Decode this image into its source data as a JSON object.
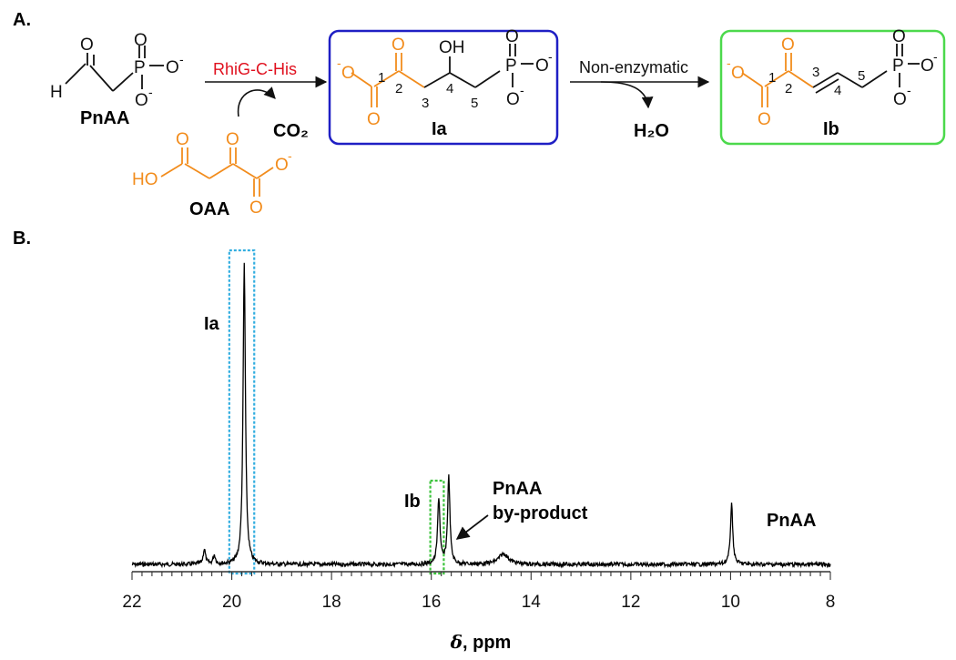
{
  "panel_a": {
    "label": "A.",
    "reactant": "PnAA",
    "cosubstrate": "OAA",
    "enzyme": "RhiG-C-His",
    "byproduct_1": "CO₂",
    "step_2": "Non-enzymatic",
    "byproduct_2": "H₂O",
    "intermediate": "Ia",
    "product": "Ib",
    "carbon_numbers": [
      "1",
      "2",
      "3",
      "4",
      "5"
    ],
    "atoms": {
      "oxygen": "O",
      "phosphorus": "P",
      "hydrogen": "H",
      "hydroxyl": "OH",
      "carboxylic_acid": "HO",
      "anion": "-"
    },
    "colors": {
      "enzyme": "#e0101e",
      "box_ia": "#1f1fc4",
      "box_ib": "#4cd94c",
      "oaa_fragment": "#f28c1c",
      "bonds": "#111111"
    }
  },
  "panel_b": {
    "label": "B.",
    "xlabel_symbol": "δ",
    "xlabel_unit": ", ppm",
    "annotations": {
      "ia": "Ia",
      "ib": "Ib",
      "byproduct_line1": "PnAA",
      "byproduct_line2": "by-product",
      "pnaa": "PnAA"
    },
    "colors": {
      "ia_box": "#33aee0",
      "ib_box": "#3cc43c",
      "trace": "#000000"
    }
  },
  "chart_data": {
    "type": "line",
    "title": "",
    "xlabel": "δ, ppm",
    "ylabel": "",
    "xlim": [
      22,
      8
    ],
    "x_reversed": true,
    "xticks": [
      "22",
      "20",
      "18",
      "16",
      "14",
      "12",
      "10",
      "8"
    ],
    "grid": false,
    "series": [
      {
        "peaks": [
          {
            "x": 20.55,
            "height": 0.05
          },
          {
            "x": 20.35,
            "height": 0.03
          },
          {
            "x": 19.75,
            "height": 1.0
          },
          {
            "x": 15.85,
            "height": 0.22
          },
          {
            "x": 15.65,
            "height": 0.29
          },
          {
            "x": 14.55,
            "height": 0.035
          },
          {
            "x": 9.98,
            "height": 0.2
          }
        ]
      }
    ],
    "highlight_regions": [
      {
        "label": "Ia",
        "x": [
          19.55,
          20.05
        ]
      },
      {
        "label": "Ib",
        "x": [
          15.75,
          16.02
        ]
      }
    ]
  }
}
